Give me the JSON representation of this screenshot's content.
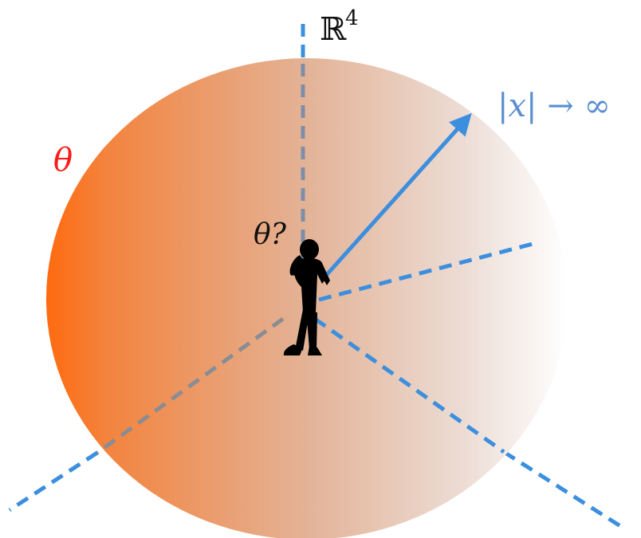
{
  "labels": {
    "space": "ℝ",
    "space_exponent": "4",
    "limit": "|x| → ∞",
    "theta_boundary": "θ",
    "theta_question": "θ?"
  },
  "colors": {
    "sphere_left": "#ff6a10",
    "sphere_right": "#ffffff",
    "axis_blue": "#3b8fde",
    "axis_inside": "#7f8ea8",
    "theta_red": "#ff1a1a",
    "limit_blue": "#5b8fd0",
    "text_dark": "#111111",
    "silhouette": "#000000"
  },
  "icons": {
    "figure": "person-thinking-silhouette-icon"
  }
}
